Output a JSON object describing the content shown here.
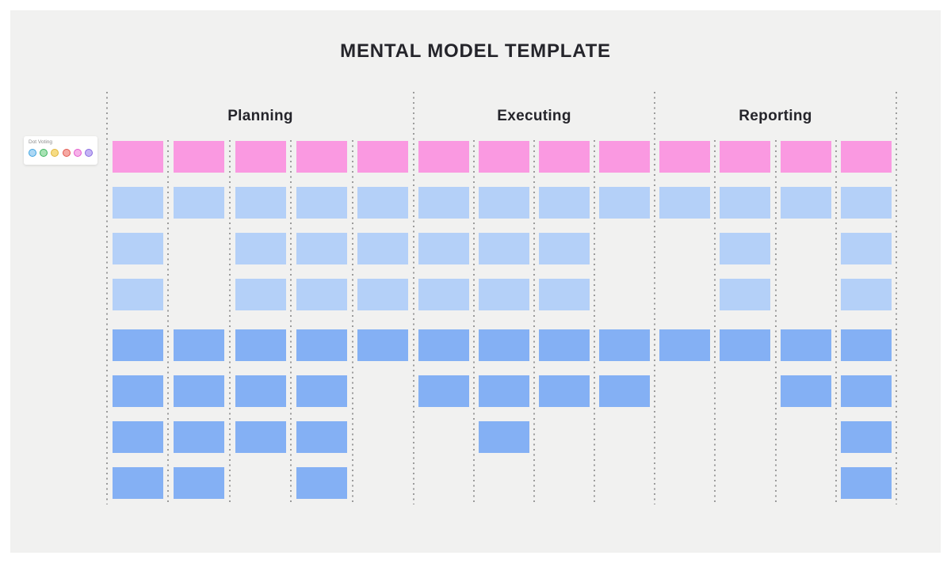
{
  "title": "MENTAL MODEL TEMPLATE",
  "colors": {
    "page": "#FFFFFF",
    "canvas": "#F1F1F0",
    "pink": "#FA99E1",
    "light_blue": "#B4D0F8",
    "blue": "#84B0F4",
    "heading": "#25252B",
    "dotted_line": "#9B9B9B"
  },
  "dot_voting": {
    "label": "Dot Voting",
    "dots": [
      {
        "name": "blue",
        "fill": "#ADD8F5",
        "border": "#3FA4E0"
      },
      {
        "name": "green",
        "fill": "#A8E2B4",
        "border": "#3CB45F"
      },
      {
        "name": "yellow",
        "fill": "#F6DC85",
        "border": "#E0B63B"
      },
      {
        "name": "red",
        "fill": "#F5A9A3",
        "border": "#E2574E"
      },
      {
        "name": "pink",
        "fill": "#F7B2E9",
        "border": "#E35ACD"
      },
      {
        "name": "purple",
        "fill": "#C4B4F5",
        "border": "#8A6CE0"
      }
    ]
  },
  "board": {
    "sections": [
      {
        "label": "Planning",
        "columns": 5
      },
      {
        "label": "Executing",
        "columns": 4
      },
      {
        "label": "Reporting",
        "columns": 4
      }
    ],
    "rows": [
      {
        "color": "pink",
        "cells": [
          1,
          1,
          1,
          1,
          1,
          1,
          1,
          1,
          1,
          1,
          1,
          1,
          1
        ]
      },
      {
        "color": "light_blue",
        "cells": [
          1,
          1,
          1,
          1,
          1,
          1,
          1,
          1,
          1,
          1,
          1,
          1,
          1
        ]
      },
      {
        "color": "light_blue",
        "cells": [
          1,
          0,
          1,
          1,
          1,
          1,
          1,
          1,
          0,
          0,
          1,
          0,
          1
        ]
      },
      {
        "color": "light_blue",
        "cells": [
          1,
          0,
          1,
          1,
          1,
          1,
          1,
          1,
          0,
          0,
          1,
          0,
          1
        ]
      },
      {
        "color": "blue",
        "cells": [
          1,
          1,
          1,
          1,
          1,
          1,
          1,
          1,
          1,
          1,
          1,
          1,
          1
        ]
      },
      {
        "color": "blue",
        "cells": [
          1,
          1,
          1,
          1,
          0,
          1,
          1,
          1,
          1,
          0,
          0,
          1,
          1
        ]
      },
      {
        "color": "blue",
        "cells": [
          1,
          1,
          1,
          1,
          0,
          0,
          1,
          0,
          0,
          0,
          0,
          0,
          1
        ]
      },
      {
        "color": "blue",
        "cells": [
          1,
          1,
          0,
          1,
          0,
          0,
          0,
          0,
          0,
          0,
          0,
          0,
          1
        ]
      }
    ]
  }
}
